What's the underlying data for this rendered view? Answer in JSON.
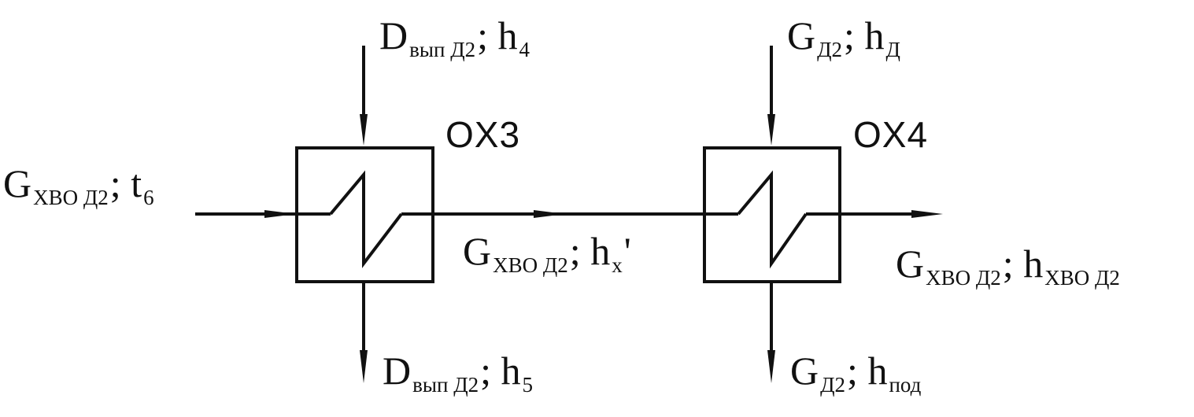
{
  "units": [
    {
      "id": "ox3",
      "name": "OX3"
    },
    {
      "id": "ox4",
      "name": "OX4"
    }
  ],
  "streams": {
    "inlet": {
      "symbol": "G",
      "sub": "ХВО Д2",
      "sep": ";",
      "param": "t",
      "param_sub": "6"
    },
    "ox3_steam_in": {
      "symbol": "D",
      "sub": "вып Д2",
      "sep": ";",
      "param": "h",
      "param_sub": "4"
    },
    "ox3_condensate_out": {
      "symbol": "D",
      "sub": "вып Д2",
      "sep": ";",
      "param": "h",
      "param_sub": "5"
    },
    "intermediate": {
      "symbol": "G",
      "sub": "ХВО Д2",
      "sep": ";",
      "param": "h",
      "param_sub": "х",
      "param_suffix": "'"
    },
    "ox4_heating_in": {
      "symbol": "G",
      "sub": "Д2",
      "sep": ";",
      "param": "h",
      "param_sub": "Д"
    },
    "ox4_heating_out": {
      "symbol": "G",
      "sub": "Д2",
      "sep": ";",
      "param": "h",
      "param_sub": "под"
    },
    "outlet": {
      "symbol": "G",
      "sub": "ХВО Д2",
      "sep": ";",
      "param": "h",
      "param_sub": "ХВО Д2"
    }
  },
  "colors": {
    "line": "#111111",
    "background": "#ffffff"
  }
}
